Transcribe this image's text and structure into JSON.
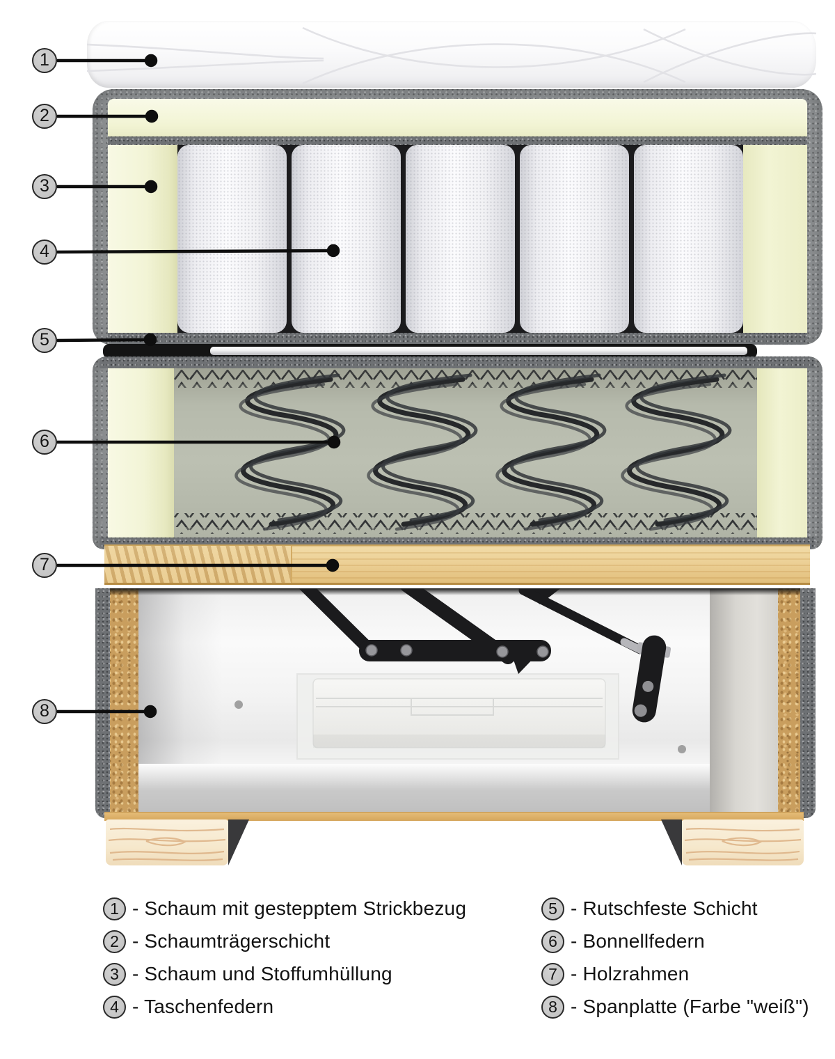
{
  "callouts": [
    {
      "label": "1"
    },
    {
      "label": "2"
    },
    {
      "label": "3"
    },
    {
      "label": "4"
    },
    {
      "label": "5"
    },
    {
      "label": "6"
    },
    {
      "label": "7"
    },
    {
      "label": "8"
    }
  ],
  "legend": {
    "items_left": [
      {
        "badge": "1",
        "text": "- Schaum mit gestepptem Strickbezug"
      },
      {
        "badge": "2",
        "text": "- Schaumträgerschicht"
      },
      {
        "badge": "3",
        "text": "- Schaum und Stoffumhüllung"
      },
      {
        "badge": "4",
        "text": "- Taschenfedern"
      }
    ],
    "items_right": [
      {
        "badge": "5",
        "text": "- Rutschfeste Schicht"
      },
      {
        "badge": "6",
        "text": "- Bonnellfedern"
      },
      {
        "badge": "7",
        "text": "- Holzrahmen"
      },
      {
        "badge": "8",
        "text": "- Spanplatte (Farbe \"weiß\")"
      }
    ]
  },
  "colors": {
    "fabric_gray": "#8d9092",
    "foam_cream": "#f3f4d6",
    "bonnell_interior": "#b8bcae",
    "spring_wire": "#2b2d2f",
    "wood_frame": "#ecd096",
    "chipboard": "#c99e5e",
    "pine_leg": "#f8edd6",
    "badge_fill": "#c9c9c9",
    "callout_line": "#111111",
    "topper_white": "#fbfbfb"
  }
}
